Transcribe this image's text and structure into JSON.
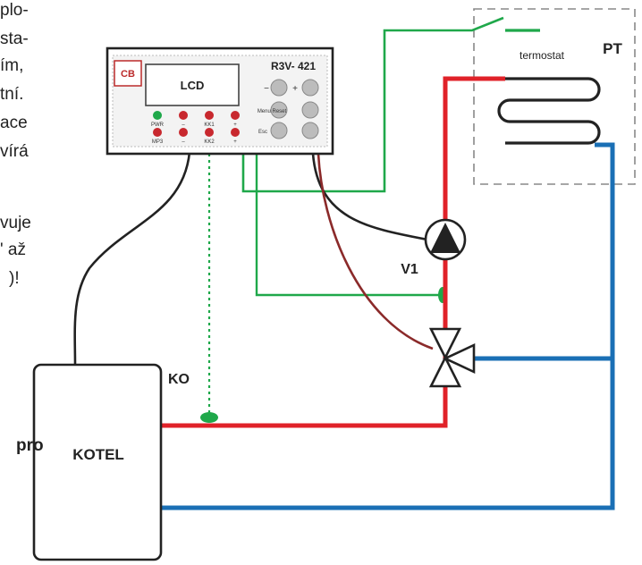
{
  "left_text_fragments": [
    "plo-",
    "sta-",
    "ím,",
    "tní.",
    "ace",
    "vírá",
    "vuje",
    "' až",
    ")!"
  ],
  "controller": {
    "brand": "CB",
    "model": "R3V- 421",
    "lcd": "LCD",
    "button_minus": "−",
    "button_plus": "+",
    "menu_label": "Menu Reset",
    "esc_label": "Esc",
    "label_pwr": "PWR",
    "label_kk1": "KK1",
    "label_kk2": "KK2",
    "label_mp3": "MP3",
    "dash": "–",
    "plus": "+"
  },
  "labels": {
    "termostat": "termostat",
    "pt": "PT",
    "v1": "V1",
    "ko": "KO",
    "kotel": "KOTEL",
    "pro": "pro"
  },
  "colors": {
    "hot_pipe": "#e02229",
    "cold_pipe": "#1a6fb5",
    "signal_wire": "#1fa84a",
    "cable_black": "#222222",
    "cable_brown": "#8b2a2a"
  }
}
